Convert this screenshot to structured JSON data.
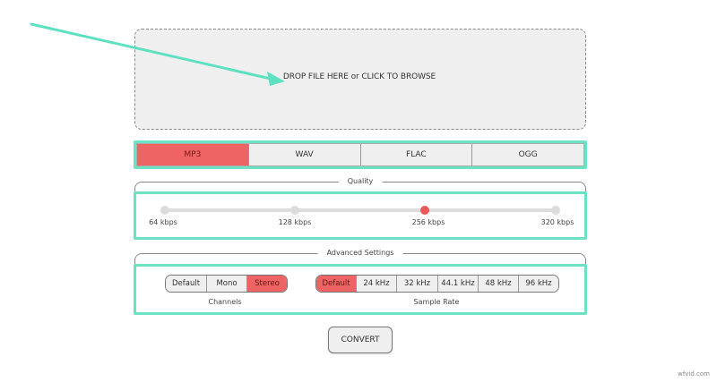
{
  "dropzone": {
    "label": "DROP FILE HERE or CLICK TO BROWSE"
  },
  "formats": {
    "selected": "MP3",
    "items": [
      {
        "label": "MP3",
        "active": true
      },
      {
        "label": "WAV",
        "active": false
      },
      {
        "label": "FLAC",
        "active": false
      },
      {
        "label": "OGG",
        "active": false
      }
    ]
  },
  "quality": {
    "title": "Quality",
    "selected": "256 kbps",
    "stops": [
      {
        "label": "64 kbps",
        "active": false
      },
      {
        "label": "128 kbps",
        "active": false
      },
      {
        "label": "256 kbps",
        "active": true
      },
      {
        "label": "320 kbps",
        "active": false
      }
    ]
  },
  "advanced": {
    "title": "Advanced Settings",
    "channels": {
      "label": "Channels",
      "selected": "Stereo",
      "options": [
        {
          "label": "Default",
          "active": false
        },
        {
          "label": "Mono",
          "active": false
        },
        {
          "label": "Stereo",
          "active": true
        }
      ]
    },
    "sample_rate": {
      "label": "Sample Rate",
      "selected": "Default",
      "options": [
        {
          "label": "Default",
          "active": true
        },
        {
          "label": "24 kHz",
          "active": false
        },
        {
          "label": "32 kHz",
          "active": false
        },
        {
          "label": "44.1 kHz",
          "active": false
        },
        {
          "label": "48 kHz",
          "active": false
        },
        {
          "label": "96 kHz",
          "active": false
        }
      ]
    }
  },
  "actions": {
    "convert_label": "CONVERT"
  },
  "watermark": "wfvid.com",
  "colors": {
    "accent": "#ee6363",
    "highlight": "#6ee0c4",
    "neutral": "#efefef"
  }
}
